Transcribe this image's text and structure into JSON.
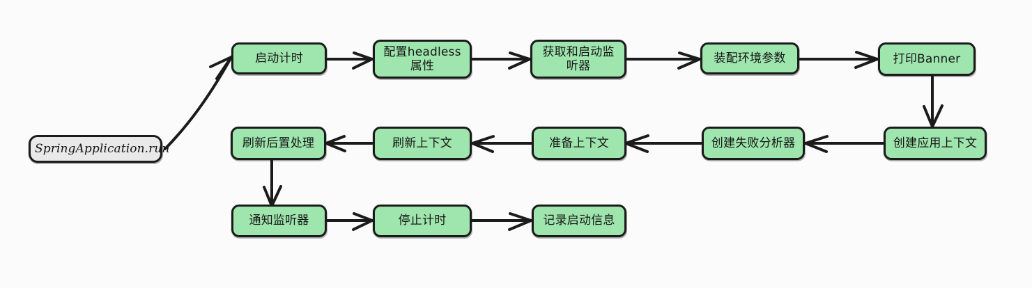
{
  "diagram": {
    "title": "SpringApplication.run startup flow",
    "background_color": "#fbfbfb",
    "node_fill_green": "#9fe6ae",
    "node_fill_grey": "#e9e9e9",
    "stroke_color": "#1b1b1b",
    "entry": {
      "id": "entry",
      "label": "SpringApplication.run",
      "kind": "grey"
    },
    "row1": [
      {
        "id": "n1",
        "label": "启动计时"
      },
      {
        "id": "n2",
        "label": "配置headless属性"
      },
      {
        "id": "n3",
        "label": "获取和启动监听器"
      },
      {
        "id": "n4",
        "label": "装配环境参数"
      },
      {
        "id": "n5",
        "label": "打印Banner"
      }
    ],
    "row2": [
      {
        "id": "n10",
        "label": "刷新后置处理"
      },
      {
        "id": "n9",
        "label": "刷新上下文"
      },
      {
        "id": "n8",
        "label": "准备上下文"
      },
      {
        "id": "n7",
        "label": "创建失败分析器"
      },
      {
        "id": "n6",
        "label": "创建应用上下文"
      }
    ],
    "row3": [
      {
        "id": "n11",
        "label": "通知监听器"
      },
      {
        "id": "n12",
        "label": "停止计时"
      },
      {
        "id": "n13",
        "label": "记录启动信息"
      }
    ],
    "edges": [
      {
        "from": "entry",
        "to": "n1",
        "direction": "up-right"
      },
      {
        "from": "n1",
        "to": "n2",
        "direction": "right"
      },
      {
        "from": "n2",
        "to": "n3",
        "direction": "right"
      },
      {
        "from": "n3",
        "to": "n4",
        "direction": "right"
      },
      {
        "from": "n4",
        "to": "n5",
        "direction": "right"
      },
      {
        "from": "n5",
        "to": "n6",
        "direction": "down"
      },
      {
        "from": "n6",
        "to": "n7",
        "direction": "left"
      },
      {
        "from": "n7",
        "to": "n8",
        "direction": "left"
      },
      {
        "from": "n8",
        "to": "n9",
        "direction": "left"
      },
      {
        "from": "n9",
        "to": "n10",
        "direction": "left"
      },
      {
        "from": "n10",
        "to": "n11",
        "direction": "down"
      },
      {
        "from": "n11",
        "to": "n12",
        "direction": "right"
      },
      {
        "from": "n12",
        "to": "n13",
        "direction": "right"
      }
    ]
  }
}
